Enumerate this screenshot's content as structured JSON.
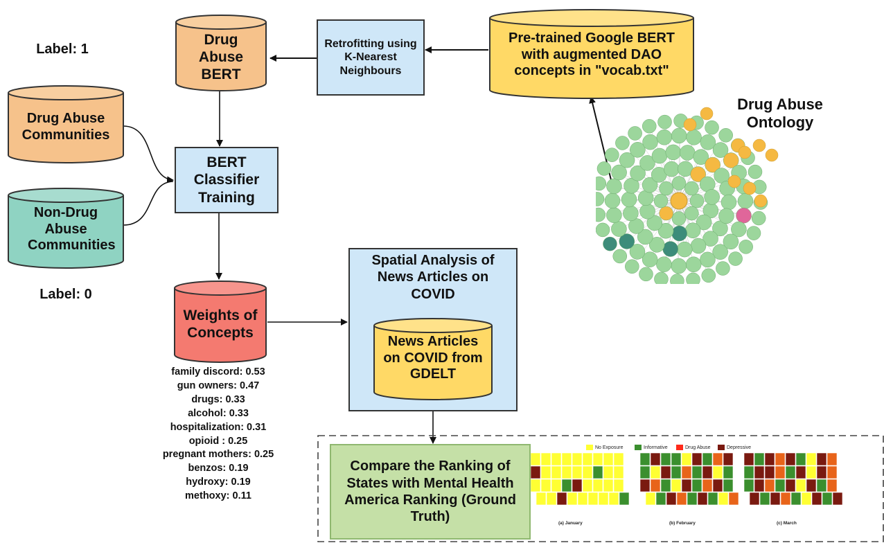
{
  "labels": {
    "label_1": "Label: 1",
    "label_0": "Label: 0"
  },
  "cylinders": {
    "drug_abuse_bert": "Drug Abuse BERT",
    "pretrained_bert": "Pre-trained Google BERT with augmented DAO concepts in \"vocab.txt\"",
    "drug_abuse_communities": "Drug Abuse Communities",
    "non_drug_abuse_communities": "Non-Drug Abuse Communities",
    "weights_of_concepts": "Weights of Concepts",
    "news_articles": "News Articles on COVID from GDELT"
  },
  "boxes": {
    "retrofitting": "Retrofitting using K-Nearest Neighbours",
    "bert_classifier": "BERT Classifier Training",
    "spatial_analysis": "Spatial Analysis of News Articles on COVID",
    "compare_ranking": "Compare the Ranking of States with Mental Health America Ranking (Ground Truth)"
  },
  "ontology_title": "Drug Abuse Ontology",
  "weights": [
    "family discord: 0.53",
    "gun owners: 0.47",
    "drugs: 0.33",
    "alcohol: 0.33",
    "hospitalization: 0.31",
    "opioid : 0.25",
    "pregnant mothers: 0.25",
    "benzos: 0.19",
    "hydroxy: 0.19",
    "methoxy: 0.11"
  ],
  "map_legend": {
    "no_exposure": "No Exposure",
    "informative": "Informative",
    "drug_abuse": "Drug Abuse",
    "depressive": "Depressive"
  },
  "map_captions": {
    "january": "(a)  January",
    "february": "(b) February",
    "march": "(c) March"
  },
  "colors": {
    "orange_cyl": "#f6c28b",
    "teal_cyl": "#8fd3c2",
    "red_cyl": "#f47a70",
    "yellow_cyl": "#ffd966",
    "blue_box": "#cfe7f8",
    "green_box": "#c5e0a7",
    "node_green": "#9cd69c",
    "node_orange": "#f5b942",
    "node_teal": "#3d8c7a",
    "node_pink": "#e0669a"
  }
}
